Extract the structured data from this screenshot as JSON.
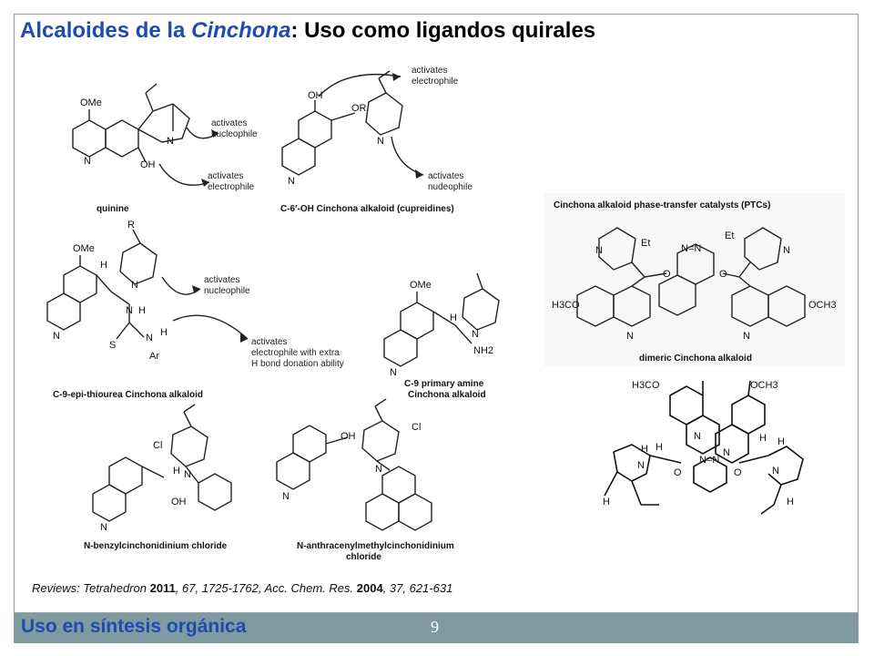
{
  "slide": {
    "title_part1": "Alcaloides de la ",
    "title_italic": "Cinchona",
    "title_part2": ": Uso como ligandos quirales",
    "footer": "Uso en síntesis orgánica",
    "page_number": "9"
  },
  "reviews": {
    "prefix": "Reviews: Tetrahedron ",
    "year1": "2011",
    "rest1": ", 67, 1725-1762, Acc. Chem. Res. ",
    "year2": "2004",
    "rest2": ", 37, 621-631"
  },
  "structures": {
    "quinine": "quinine",
    "cupreidines": "C-6′-OH Cinchona alkaloid (cupreidines)",
    "thiourea": "C-9-epi-thiourea Cinchona alkaloid",
    "primary_amine_1": "C-9 primary amine",
    "primary_amine_2": "Cinchona alkaloid",
    "benzyl": "N-benzylcinchonidinium chloride",
    "anthracenyl_1": "N-anthracenylmethylcinchonidinium",
    "anthracenyl_2": "chloride",
    "ptc_title": "Cinchona alkaloid phase-transfer catalysts (PTCs)",
    "dimeric": "dimeric Cinchona alkaloid"
  },
  "annotations": {
    "act_nuc": "activates",
    "nucleophile": "nucleophile",
    "act_elec": "activates",
    "electrophile": "electrophile",
    "nudeophile": "nudeophile",
    "electrophile_extra": "electrophile with extra",
    "h_bond": "H bond donation ability"
  },
  "atoms": {
    "ome": "OMe",
    "oh": "OH",
    "or": "OR",
    "n": "N",
    "h": "H",
    "r": "R",
    "s": "S",
    "ar": "Ar",
    "nh2": "NH2",
    "cl": "Cl",
    "et": "Et",
    "h3co": "H3CO",
    "och3": "OCH3",
    "o": "O",
    "n_eq_n": "N=N"
  }
}
